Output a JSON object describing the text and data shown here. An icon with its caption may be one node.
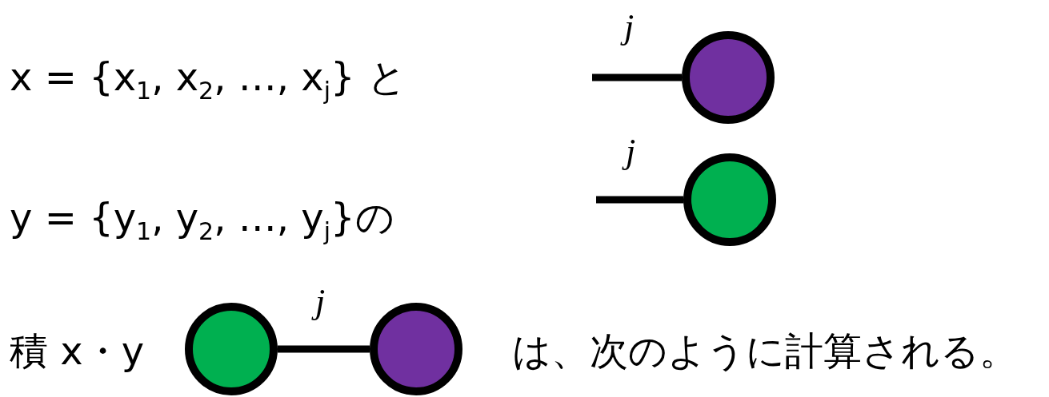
{
  "diagram": {
    "nodes": [
      {
        "text": [],
        "shape": "circle"
      },
      {
        "text": [],
        "shape": "circle"
      },
      {
        "text": [],
        "shape": "circle"
      },
      {
        "text": [],
        "shape": "circle"
      }
    ],
    "edges": [
      {
        "from": null,
        "to": 0,
        "arrow": "none",
        "label": "j"
      },
      {
        "from": null,
        "to": 1,
        "arrow": "none",
        "label": "j"
      },
      {
        "from": 2,
        "to": 3,
        "arrow": "none",
        "label": "j"
      }
    ],
    "labels": [
      "x = {x$_{1}$, x$_{2}$, …, x$_{j}$} と",
      "y = {y$_{1}$, y$_{2}$, …, y$_{j}$}の",
      "積 x・y",
      "は、次のように計算される。"
    ]
  }
}
